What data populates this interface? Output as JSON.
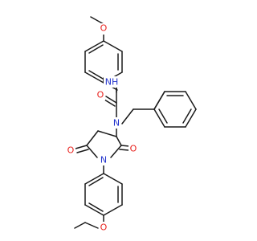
{
  "labels": {
    "o_methoxy": "O",
    "nh": "NH",
    "o_urea": "O",
    "n_urea": "N",
    "o_ring_left": "O",
    "n_ring": "N",
    "o_ring_right": "O",
    "o_ethoxy": "O"
  },
  "colors": {
    "bond": "#1a1a1a",
    "oxygen": "#e8201c",
    "nitrogen": "#2233cc",
    "background": "#ffffff"
  }
}
